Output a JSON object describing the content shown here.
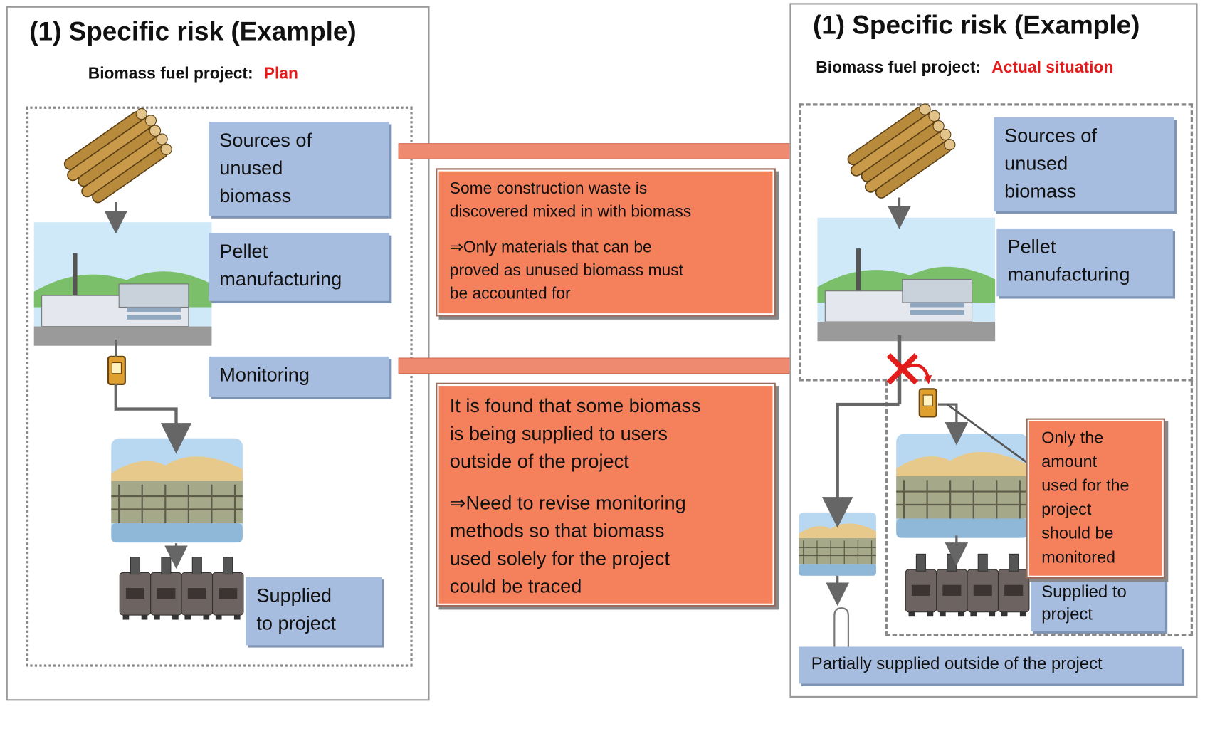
{
  "left_panel": {
    "title": "(1) Specific risk (Example)",
    "subtitle": "Biomass fuel project:",
    "status": "Plan",
    "boxes": {
      "sources": "Sources of\nunused\nbiomass",
      "pellet": "Pellet\nmanufacturing",
      "monitoring": "Monitoring",
      "supplied": "Supplied\nto project"
    }
  },
  "right_panel": {
    "title": "(1) Specific risk (Example)",
    "subtitle": "Biomass fuel project:",
    "status": "Actual situation",
    "boxes": {
      "sources": "Sources of\nunused\nbiomass",
      "pellet": "Pellet\nmanufacturing",
      "supplied": "Supplied to\nproject",
      "partial": "Partially supplied outside of the project"
    },
    "note": "Only the\namount\nused for the\nproject\nshould be\nmonitored"
  },
  "callouts": {
    "top": {
      "line1": "Some construction waste is\ndiscovered mixed in with biomass",
      "line2": "⇒Only materials that can be\nproved as unused biomass must\nbe accounted for"
    },
    "bottom": {
      "line1": "It is found that some biomass\nis being supplied to users\noutside of the project",
      "line2": "⇒Need to revise monitoring\nmethods so that biomass\nused solely for the project\ncould be traced"
    }
  },
  "colors": {
    "box_blue": "#a7bde0",
    "callout_orange": "#f5805c",
    "arrow_salmon": "#ee8a70",
    "accent_red": "#e21b1b"
  }
}
